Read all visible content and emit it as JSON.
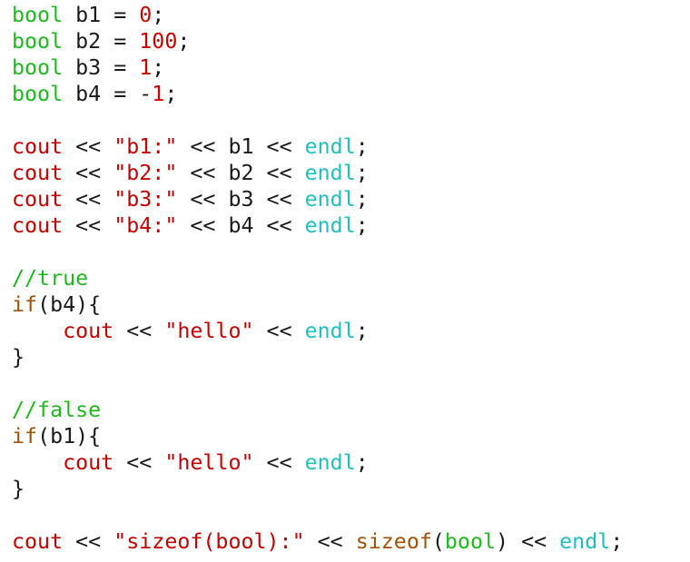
{
  "lines": [
    [
      {
        "t": "bool",
        "c": "type"
      },
      {
        "t": " b1 = ",
        "c": "plain"
      },
      {
        "t": "0",
        "c": "num"
      },
      {
        "t": ";",
        "c": "plain"
      }
    ],
    [
      {
        "t": "bool",
        "c": "type"
      },
      {
        "t": " b2 = ",
        "c": "plain"
      },
      {
        "t": "100",
        "c": "num"
      },
      {
        "t": ";",
        "c": "plain"
      }
    ],
    [
      {
        "t": "bool",
        "c": "type"
      },
      {
        "t": " b3 = ",
        "c": "plain"
      },
      {
        "t": "1",
        "c": "num"
      },
      {
        "t": ";",
        "c": "plain"
      }
    ],
    [
      {
        "t": "bool",
        "c": "type"
      },
      {
        "t": " b4 = -",
        "c": "plain"
      },
      {
        "t": "1",
        "c": "num"
      },
      {
        "t": ";",
        "c": "plain"
      }
    ],
    [],
    [
      {
        "t": "cout",
        "c": "cout"
      },
      {
        "t": " << ",
        "c": "plain"
      },
      {
        "t": "\"b1:\"",
        "c": "str"
      },
      {
        "t": " << b1 << ",
        "c": "plain"
      },
      {
        "t": "endl",
        "c": "endl"
      },
      {
        "t": ";",
        "c": "plain"
      }
    ],
    [
      {
        "t": "cout",
        "c": "cout"
      },
      {
        "t": " << ",
        "c": "plain"
      },
      {
        "t": "\"b2:\"",
        "c": "str"
      },
      {
        "t": " << b2 << ",
        "c": "plain"
      },
      {
        "t": "endl",
        "c": "endl"
      },
      {
        "t": ";",
        "c": "plain"
      }
    ],
    [
      {
        "t": "cout",
        "c": "cout"
      },
      {
        "t": " << ",
        "c": "plain"
      },
      {
        "t": "\"b3:\"",
        "c": "str"
      },
      {
        "t": " << b3 << ",
        "c": "plain"
      },
      {
        "t": "endl",
        "c": "endl"
      },
      {
        "t": ";",
        "c": "plain"
      }
    ],
    [
      {
        "t": "cout",
        "c": "cout"
      },
      {
        "t": " << ",
        "c": "plain"
      },
      {
        "t": "\"b4:\"",
        "c": "str"
      },
      {
        "t": " << b4 << ",
        "c": "plain"
      },
      {
        "t": "endl",
        "c": "endl"
      },
      {
        "t": ";",
        "c": "plain"
      }
    ],
    [],
    [
      {
        "t": "//true",
        "c": "comment"
      }
    ],
    [
      {
        "t": "if",
        "c": "kw"
      },
      {
        "t": "(b4){",
        "c": "plain"
      }
    ],
    [
      {
        "t": "    ",
        "c": "plain"
      },
      {
        "t": "cout",
        "c": "cout"
      },
      {
        "t": " << ",
        "c": "plain"
      },
      {
        "t": "\"hello\"",
        "c": "str"
      },
      {
        "t": " << ",
        "c": "plain"
      },
      {
        "t": "endl",
        "c": "endl"
      },
      {
        "t": ";",
        "c": "plain"
      }
    ],
    [
      {
        "t": "}",
        "c": "plain"
      }
    ],
    [],
    [
      {
        "t": "//false",
        "c": "comment"
      }
    ],
    [
      {
        "t": "if",
        "c": "kw"
      },
      {
        "t": "(b1){",
        "c": "plain"
      }
    ],
    [
      {
        "t": "    ",
        "c": "plain"
      },
      {
        "t": "cout",
        "c": "cout"
      },
      {
        "t": " << ",
        "c": "plain"
      },
      {
        "t": "\"hello\"",
        "c": "str"
      },
      {
        "t": " << ",
        "c": "plain"
      },
      {
        "t": "endl",
        "c": "endl"
      },
      {
        "t": ";",
        "c": "plain"
      }
    ],
    [
      {
        "t": "}",
        "c": "plain"
      }
    ],
    [],
    [
      {
        "t": "cout",
        "c": "cout"
      },
      {
        "t": " << ",
        "c": "plain"
      },
      {
        "t": "\"sizeof(bool):\"",
        "c": "str"
      },
      {
        "t": " << ",
        "c": "plain"
      },
      {
        "t": "sizeof",
        "c": "kw"
      },
      {
        "t": "(",
        "c": "plain"
      },
      {
        "t": "bool",
        "c": "type"
      },
      {
        "t": ") << ",
        "c": "plain"
      },
      {
        "t": "endl",
        "c": "endl"
      },
      {
        "t": ";",
        "c": "plain"
      }
    ]
  ],
  "colors": {
    "type": "#1fb81f",
    "number": "#c80000",
    "string": "#c40000",
    "stream": "#c40000",
    "endl": "#1fbfbf",
    "keyword": "#a0520a",
    "comment": "#1fb81f",
    "plain": "#1a1a1a"
  }
}
